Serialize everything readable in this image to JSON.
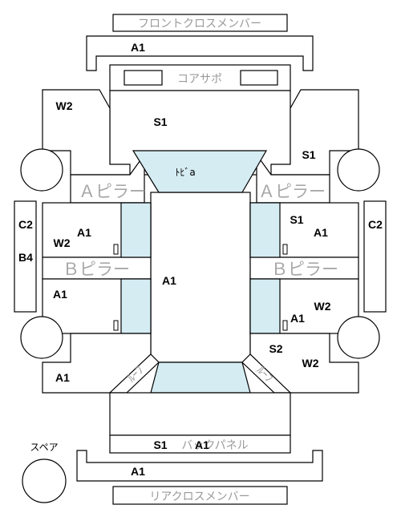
{
  "parts": {
    "front_cross_member": "フロントクロスメンバー",
    "core_support": "コアサポ",
    "a_pillar": "Ａピラー",
    "b_pillar": "Ｂピラー",
    "roof": "ﾙｰﾌ",
    "door": "ﾄﾞｱ",
    "back_panel": "バックパネル",
    "rear_cross_member": "リアクロスメンバー",
    "spare": "スペア"
  },
  "grades": {
    "front_cross": "A1",
    "front_left": "W2",
    "front_center": "S1",
    "front_right": "S1",
    "left_rail": "C2",
    "left_rail_2": "B4",
    "right_rail": "C2",
    "left_front_door_1": "A1",
    "left_front_door_2": "W2",
    "roof": "A1",
    "left_rear_door": "A1",
    "left_rear": "A1",
    "right_front_door_1": "S1",
    "right_front_door_2": "A1",
    "right_rear_door_1": "W2",
    "right_rear_door_2": "A1",
    "right_rear_1": "S2",
    "right_rear_2": "W2",
    "back_panel_1": "S1",
    "back_panel_2": "A1",
    "rear_cross": "A1"
  },
  "colors": {
    "glass": "#d5ecf3",
    "outline": "#000000",
    "label_gray": "#9a9a9a"
  }
}
